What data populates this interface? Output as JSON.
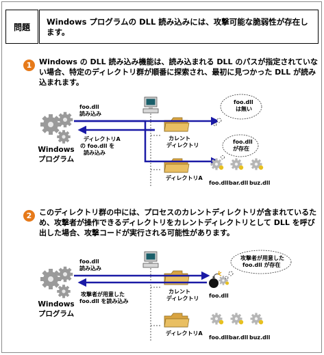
{
  "header": {
    "label": "問題",
    "text": "Windows プログラムの DLL 読み込みには、攻撃可能な脆弱性が存在します。"
  },
  "step1": {
    "number": "1",
    "text": "Windows の DLL 読み込み機能は、読み込まれる DLL のパスが指定されていない場合、特定のディレクトリ群が順番に探索され、最初に見つかった DLL が読み込まれます。",
    "program_line1": "Windows",
    "program_line2": "プログラム",
    "load_label_line1": "foo.dll",
    "load_label_line2": "読み込み",
    "return_label_line1": "ディレクトリA",
    "return_label_line2": "の foo.dll を",
    "return_label_line3": "読み込み",
    "current_dir_line1": "カレント",
    "current_dir_line2": "ディレクトリ",
    "dir_a": "ディレクトリA",
    "bubble1_line1": "foo.dll",
    "bubble1_line2": "は無い",
    "bubble2_line1": "foo.dll",
    "bubble2_line2": "が存在",
    "files": [
      "foo.dll",
      "bar.dll",
      "buz.dll"
    ]
  },
  "step2": {
    "number": "2",
    "text": "このディレクトリ群の中には、プロセスのカレントディレクトリが含まれているため、攻撃者が操作できるディレクトリをカレントディレクトリとして DLL を呼び出した場合、攻撃コードが実行される可能性があります。",
    "program_line1": "Windows",
    "program_line2": "プログラム",
    "load_label_line1": "foo.dll",
    "load_label_line2": "読み込み",
    "return_label_line1": "攻撃者が用意した",
    "return_label_line2": "foo.dll を読み込み",
    "current_dir_line1": "カレント",
    "current_dir_line2": "ディレクトリ",
    "attacker_file": "foo.dll",
    "dir_a": "ディレクトリA",
    "bubble_line1": "攻撃者が用意した",
    "bubble_line2": "foo.dll が存在",
    "files": [
      "foo.dll",
      "bar.dll",
      "buz.dll"
    ]
  },
  "colors": {
    "arrow": "#1a1aa6",
    "step_badge": "#e67a1a",
    "folder": "#d9a441"
  }
}
